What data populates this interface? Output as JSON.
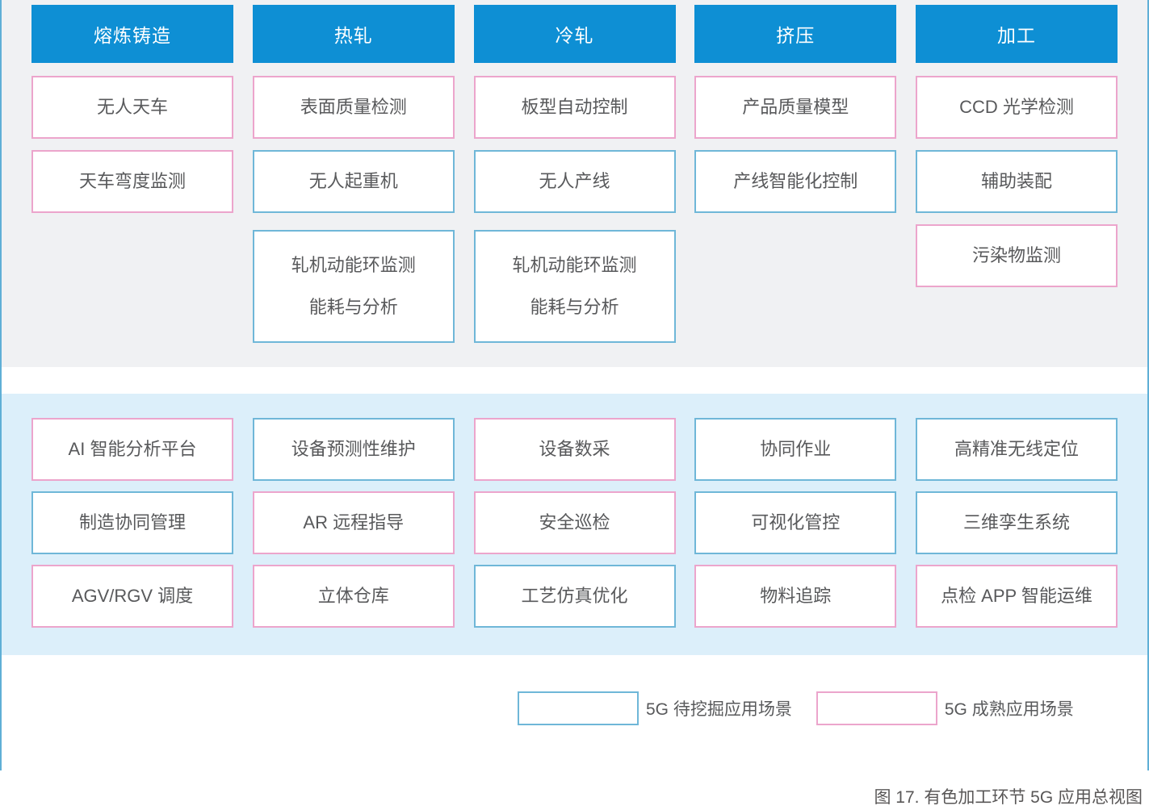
{
  "caption": "图 17. 有色加工环节 5G 应用总视图",
  "legend": {
    "explore": {
      "label": "5G 待挖掘应用场景"
    },
    "mature": {
      "label": "5G 成熟应用场景"
    }
  },
  "colors": {
    "stage_header_bg": "#0E8FD4",
    "stage_header_text": "#FFFFFF",
    "mature_border": "#ECA5CC",
    "explore_border": "#6FB7D8",
    "process_section_bg": "#F0F1F3",
    "common_section_bg": "#DCEFFA",
    "box_text": "#58595B",
    "outer_border": "#5FAFD6"
  },
  "columns": [
    {
      "header": "熔炼铸造",
      "process_apps": [
        {
          "label": "无人天车",
          "type": "mature"
        },
        {
          "label": "天车弯度监测",
          "type": "mature"
        }
      ],
      "common_apps": [
        {
          "label": "AI 智能分析平台",
          "type": "mature"
        },
        {
          "label": "制造协同管理",
          "type": "explore"
        },
        {
          "label": "AGV/RGV 调度",
          "type": "mature"
        }
      ]
    },
    {
      "header": "热轧",
      "process_apps": [
        {
          "label": "表面质量检测",
          "type": "mature"
        },
        {
          "label": "无人起重机",
          "type": "explore"
        },
        {
          "lines": [
            "轧机动能环监测",
            "能耗与分析"
          ],
          "type": "explore",
          "tall": true
        }
      ],
      "common_apps": [
        {
          "label": "设备预测性维护",
          "type": "explore"
        },
        {
          "label": "AR 远程指导",
          "type": "mature"
        },
        {
          "label": "立体仓库",
          "type": "mature"
        }
      ]
    },
    {
      "header": "冷轧",
      "process_apps": [
        {
          "label": "板型自动控制",
          "type": "mature"
        },
        {
          "label": "无人产线",
          "type": "explore"
        },
        {
          "lines": [
            "轧机动能环监测",
            "能耗与分析"
          ],
          "type": "explore",
          "tall": true
        }
      ],
      "common_apps": [
        {
          "label": "设备数采",
          "type": "mature"
        },
        {
          "label": "安全巡检",
          "type": "mature"
        },
        {
          "label": "工艺仿真优化",
          "type": "explore"
        }
      ]
    },
    {
      "header": "挤压",
      "process_apps": [
        {
          "label": "产品质量模型",
          "type": "mature"
        },
        {
          "label": "产线智能化控制",
          "type": "explore"
        }
      ],
      "common_apps": [
        {
          "label": "协同作业",
          "type": "explore"
        },
        {
          "label": "可视化管控",
          "type": "explore"
        },
        {
          "label": "物料追踪",
          "type": "mature"
        }
      ]
    },
    {
      "header": "加工",
      "process_apps": [
        {
          "label": "CCD 光学检测",
          "type": "mature"
        },
        {
          "label": "辅助装配",
          "type": "explore"
        },
        {
          "label": "污染物监测",
          "type": "mature"
        }
      ],
      "common_apps": [
        {
          "label": "高精准无线定位",
          "type": "explore"
        },
        {
          "label": "三维孪生系统",
          "type": "explore"
        },
        {
          "label": "点检 APP 智能运维",
          "type": "mature"
        }
      ]
    }
  ]
}
